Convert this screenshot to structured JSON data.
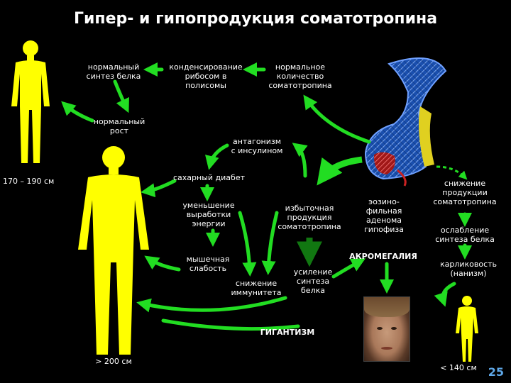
{
  "title": "Гипер- и гипопродукция соматотропина",
  "labels": {
    "normal_protein": "нормальный\nсинтез белка",
    "condensing": "конденсирование\nрибосом в\nполисомы",
    "normal_stg": "нормальное\nколичество\nсоматотропина",
    "normal_growth": "нормальный\nрост",
    "antagonism": "антагонизм\nс инсулином",
    "height_normal": "170 – 190 см",
    "diabetes": "сахарный диабет",
    "energy": "уменьшение\nвыработки\nэнергии",
    "excess": "избыточная\nпродукция\nсоматотропина",
    "adenoma": "эозино-\nфильная\nаденома\nгипофиза",
    "reduced_prod": "снижение\nпродукции\nсоматотропина",
    "weakening": "ослабление\nсинтеза белка",
    "muscle": "мышечная\nслабость",
    "immunity": "снижение\nиммунитета",
    "protein_up": "усиление\nсинтеза\nбелка",
    "acromegaly": "АКРОМЕГАЛИЯ",
    "dwarfism": "карликовость\n(нанизм)",
    "gigantism": "ГИГАНТИЗМ",
    "height_giant": "> 200 см",
    "height_dwarf": "< 140 см"
  },
  "page_number": "25",
  "colors": {
    "figure": "#ffff00",
    "arrow": "#22dd22",
    "arrow_dark": "#117711",
    "title": "#ffffff",
    "page_number": "#5fa8e8",
    "pituitary": "#2060c0",
    "adenoma": "#cc2222"
  }
}
